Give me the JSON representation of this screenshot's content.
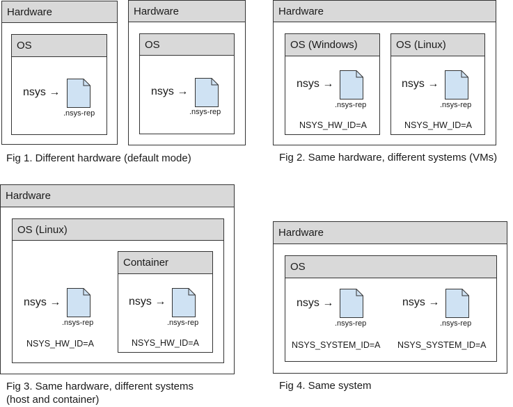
{
  "labels": {
    "hardware": "Hardware",
    "os": "OS",
    "os_windows": "OS (Windows)",
    "os_linux": "OS (Linux)",
    "container": "Container",
    "nsys": "nsys →",
    "report_ext": ".nsys-rep",
    "hw_id_a": "NSYS_HW_ID=A",
    "system_id_a": "NSYS_SYSTEM_ID=A"
  },
  "captions": {
    "fig1": "Fig 1.  Different hardware (default mode)",
    "fig2": "Fig 2.  Same hardware, different systems (VMs)",
    "fig3_line1": "Fig 3.  Same hardware, different systems",
    "fig3_line2": "(host and container)",
    "fig4": "Fig 4.  Same system"
  },
  "colors": {
    "header_fill": "#d9d9d9",
    "file_fill": "#cfe2f3",
    "border": "#333333"
  }
}
